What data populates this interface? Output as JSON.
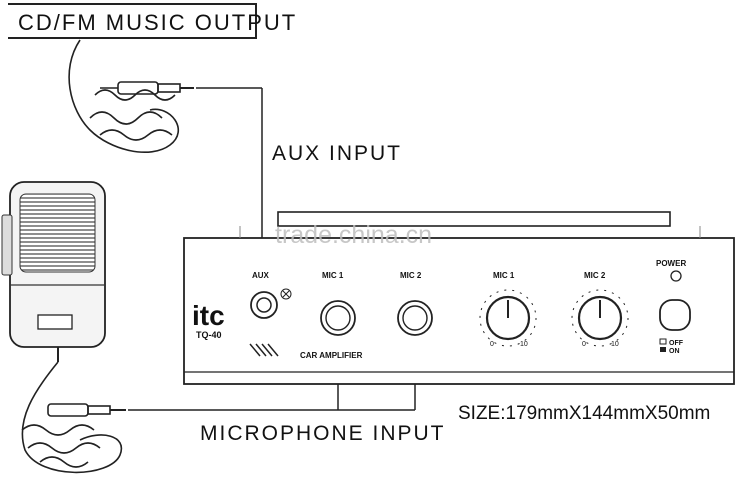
{
  "labels": {
    "cd_fm_music_output": "CD/FM MUSIC OUTPUT",
    "aux_input": "AUX INPUT",
    "microphone_input": "MICROPHONE INPUT",
    "size": "SIZE:179mmX144mmX50mm",
    "watermark": "trade.china.cn"
  },
  "amplifier": {
    "brand": "itc",
    "model": "TQ-40",
    "panel_caption": "CAR AMPLIFIER",
    "inputs": {
      "aux": "AUX",
      "mic1": "MIC 1",
      "mic2": "MIC 2"
    },
    "knobs": [
      {
        "label": "MIC 1",
        "min": "0",
        "max": "10"
      },
      {
        "label": "MIC 2",
        "min": "0",
        "max": "10"
      }
    ],
    "power": {
      "label": "POWER",
      "off": "OFF",
      "on": "ON"
    }
  }
}
